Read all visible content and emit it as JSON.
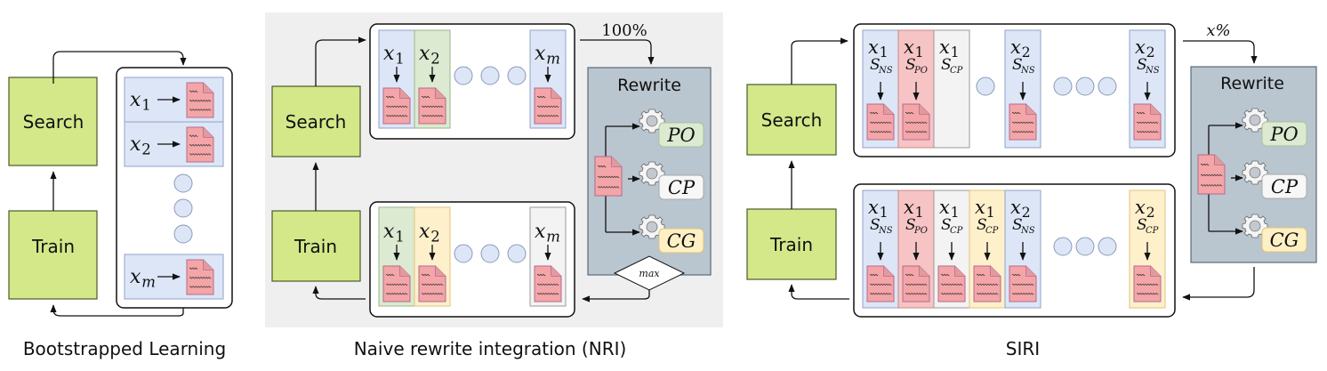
{
  "colors": {
    "green_box": "#d4e88a",
    "green_box_stroke": "#4a5a2a",
    "nri_bg": "#efefef",
    "rewrite_bg": "#b9c5cf",
    "rewrite_stroke": "#5c6a78",
    "doc_fill": "#f4a5a8",
    "doc_stroke": "#b36b8c",
    "cell_blue": "#dce6f7",
    "cell_green": "#dbead0",
    "cell_red": "#f6c4c4",
    "cell_white": "#f3f3f3",
    "cell_yellow": "#fdf0cb",
    "dot_fill": "#dce6f7",
    "po_tag": "#dbead0",
    "cp_tag": "#f7f7f7",
    "cg_tag": "#fdf0c4"
  },
  "panels": {
    "bootstrapped": {
      "caption": "Bootstrapped Learning",
      "search_label": "Search",
      "train_label": "Train",
      "rows": [
        {
          "var": "x",
          "sub": "1"
        },
        {
          "var": "x",
          "sub": "2"
        },
        {
          "var": "x",
          "sub": "m"
        }
      ]
    },
    "nri": {
      "caption": "Naive rewrite integration (NRI)",
      "search_label": "Search",
      "train_label": "Train",
      "top_cells": [
        {
          "var": "x",
          "sub": "1",
          "color": "blue"
        },
        {
          "var": "x",
          "sub": "2",
          "color": "green"
        },
        {
          "var": "x",
          "sub": "m",
          "color": "blue"
        }
      ],
      "bottom_cells": [
        {
          "var": "x",
          "sub": "1",
          "color": "green"
        },
        {
          "var": "x",
          "sub": "2",
          "color": "yellow"
        },
        {
          "var": "x",
          "sub": "m",
          "color": "white"
        }
      ],
      "percent_label": "100%",
      "rewrite_title": "Rewrite",
      "strategies": [
        "PO",
        "CP",
        "CG"
      ],
      "max_label": "max"
    },
    "siri": {
      "caption": "SIRI",
      "search_label": "Search",
      "train_label": "Train",
      "top_cells": [
        {
          "var": "x",
          "sub": "1",
          "s": "NS",
          "color": "blue",
          "doc": true
        },
        {
          "var": "x",
          "sub": "1",
          "s": "PO",
          "color": "red",
          "doc": true
        },
        {
          "var": "x",
          "sub": "1",
          "s": "CP",
          "color": "white",
          "doc": false
        },
        {
          "var": "x",
          "sub": "2",
          "s": "NS",
          "color": "blue",
          "doc": true
        },
        {
          "var": "x",
          "sub": "2",
          "s": "NS",
          "color": "blue",
          "doc": true
        }
      ],
      "bottom_cells": [
        {
          "var": "x",
          "sub": "1",
          "s": "NS",
          "color": "blue"
        },
        {
          "var": "x",
          "sub": "1",
          "s": "PO",
          "color": "red"
        },
        {
          "var": "x",
          "sub": "1",
          "s": "CP",
          "color": "white"
        },
        {
          "var": "x",
          "sub": "1",
          "s": "CP",
          "color": "yellow"
        },
        {
          "var": "x",
          "sub": "2",
          "s": "NS",
          "color": "blue"
        },
        {
          "var": "x",
          "sub": "2",
          "s": "CP",
          "color": "yellow"
        }
      ],
      "percent_label": "x%",
      "rewrite_title": "Rewrite",
      "strategies": [
        "PO",
        "CP",
        "CG"
      ]
    }
  }
}
